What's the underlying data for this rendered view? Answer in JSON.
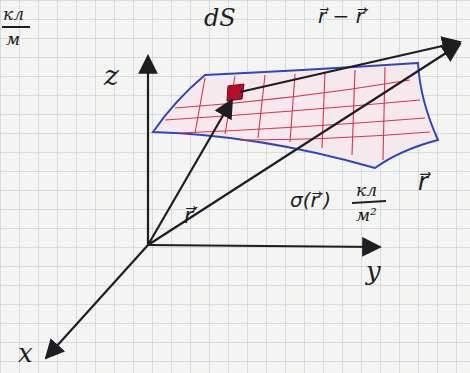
{
  "diagram": {
    "labels": [
      "кл",
      "м",
      "z",
      "dS",
      "r⃗ − r⃗′",
      "r⃗",
      "r⃗′",
      "σ(r⃗′)",
      "кл",
      "м²",
      "y",
      "x"
    ]
  }
}
